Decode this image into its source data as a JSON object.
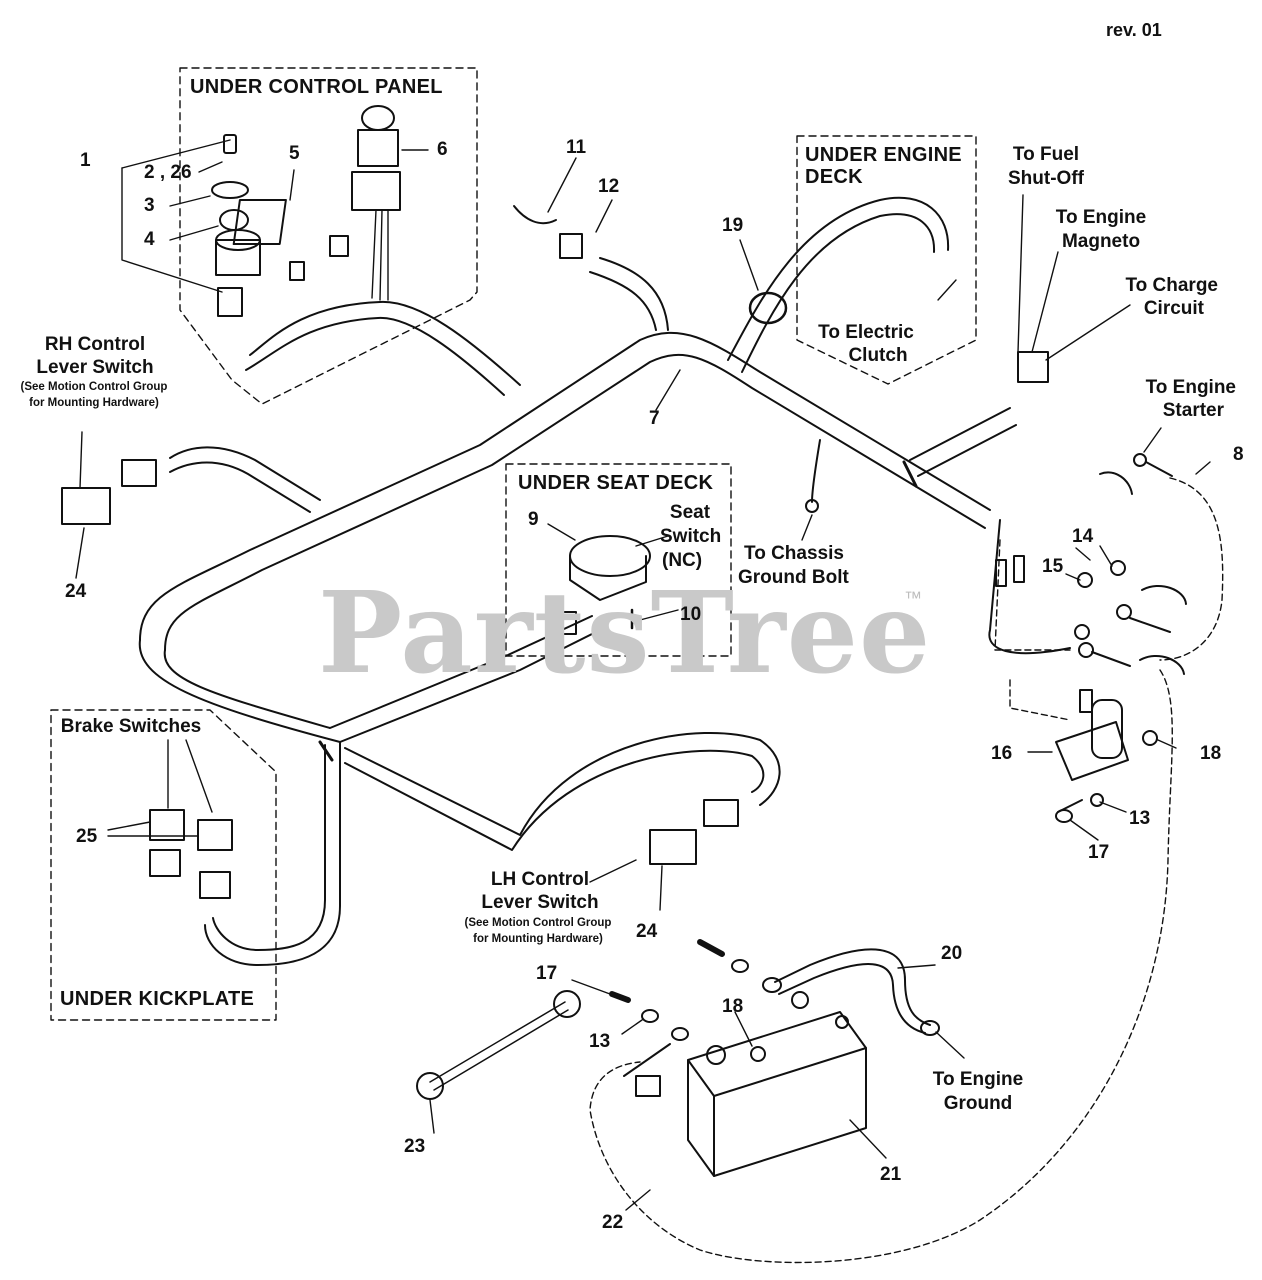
{
  "revision": "rev. 01",
  "watermark": {
    "text": "PartsTree",
    "trademark": "™"
  },
  "regions": {
    "control_panel": "UNDER CONTROL PANEL",
    "engine_deck_line1": "UNDER ENGINE",
    "engine_deck_line2": "DECK",
    "seat_deck": "UNDER SEAT DECK",
    "kickplate": "UNDER KICKPLATE"
  },
  "labels": {
    "rh_switch_1": "RH Control",
    "rh_switch_2": "Lever Switch",
    "rh_note_1": "(See Motion Control Group",
    "rh_note_2": "for Mounting Hardware)",
    "lh_switch_1": "LH Control",
    "lh_switch_2": "Lever Switch",
    "lh_note_1": "(See Motion Control Group",
    "lh_note_2": "for Mounting Hardware)",
    "brake_switches": "Brake Switches",
    "seat_switch_1": "Seat",
    "seat_switch_2": "Switch",
    "seat_switch_3": "(NC)",
    "electric_clutch_1": "To Electric",
    "electric_clutch_2": "Clutch",
    "fuel_1": "To Fuel",
    "fuel_2": "Shut-Off",
    "magneto_1": "To Engine",
    "magneto_2": "Magneto",
    "charge_1": "To Charge",
    "charge_2": "Circuit",
    "starter_1": "To Engine",
    "starter_2": "Starter",
    "chassis_1": "To Chassis",
    "chassis_2": "Ground Bolt",
    "engine_ground_1": "To Engine",
    "engine_ground_2": "Ground"
  },
  "callouts": {
    "c1": "1",
    "c2_26": "2 , 26",
    "c3": "3",
    "c4": "4",
    "c5": "5",
    "c6": "6",
    "c7": "7",
    "c8": "8",
    "c9": "9",
    "c10": "10",
    "c11": "11",
    "c12": "12",
    "c13a": "13",
    "c13b": "13",
    "c14": "14",
    "c15": "15",
    "c16": "16",
    "c17a": "17",
    "c17b": "17",
    "c18a": "18",
    "c18b": "18",
    "c19": "19",
    "c20": "20",
    "c21": "21",
    "c22": "22",
    "c23": "23",
    "c24a": "24",
    "c24b": "24",
    "c25": "25"
  }
}
